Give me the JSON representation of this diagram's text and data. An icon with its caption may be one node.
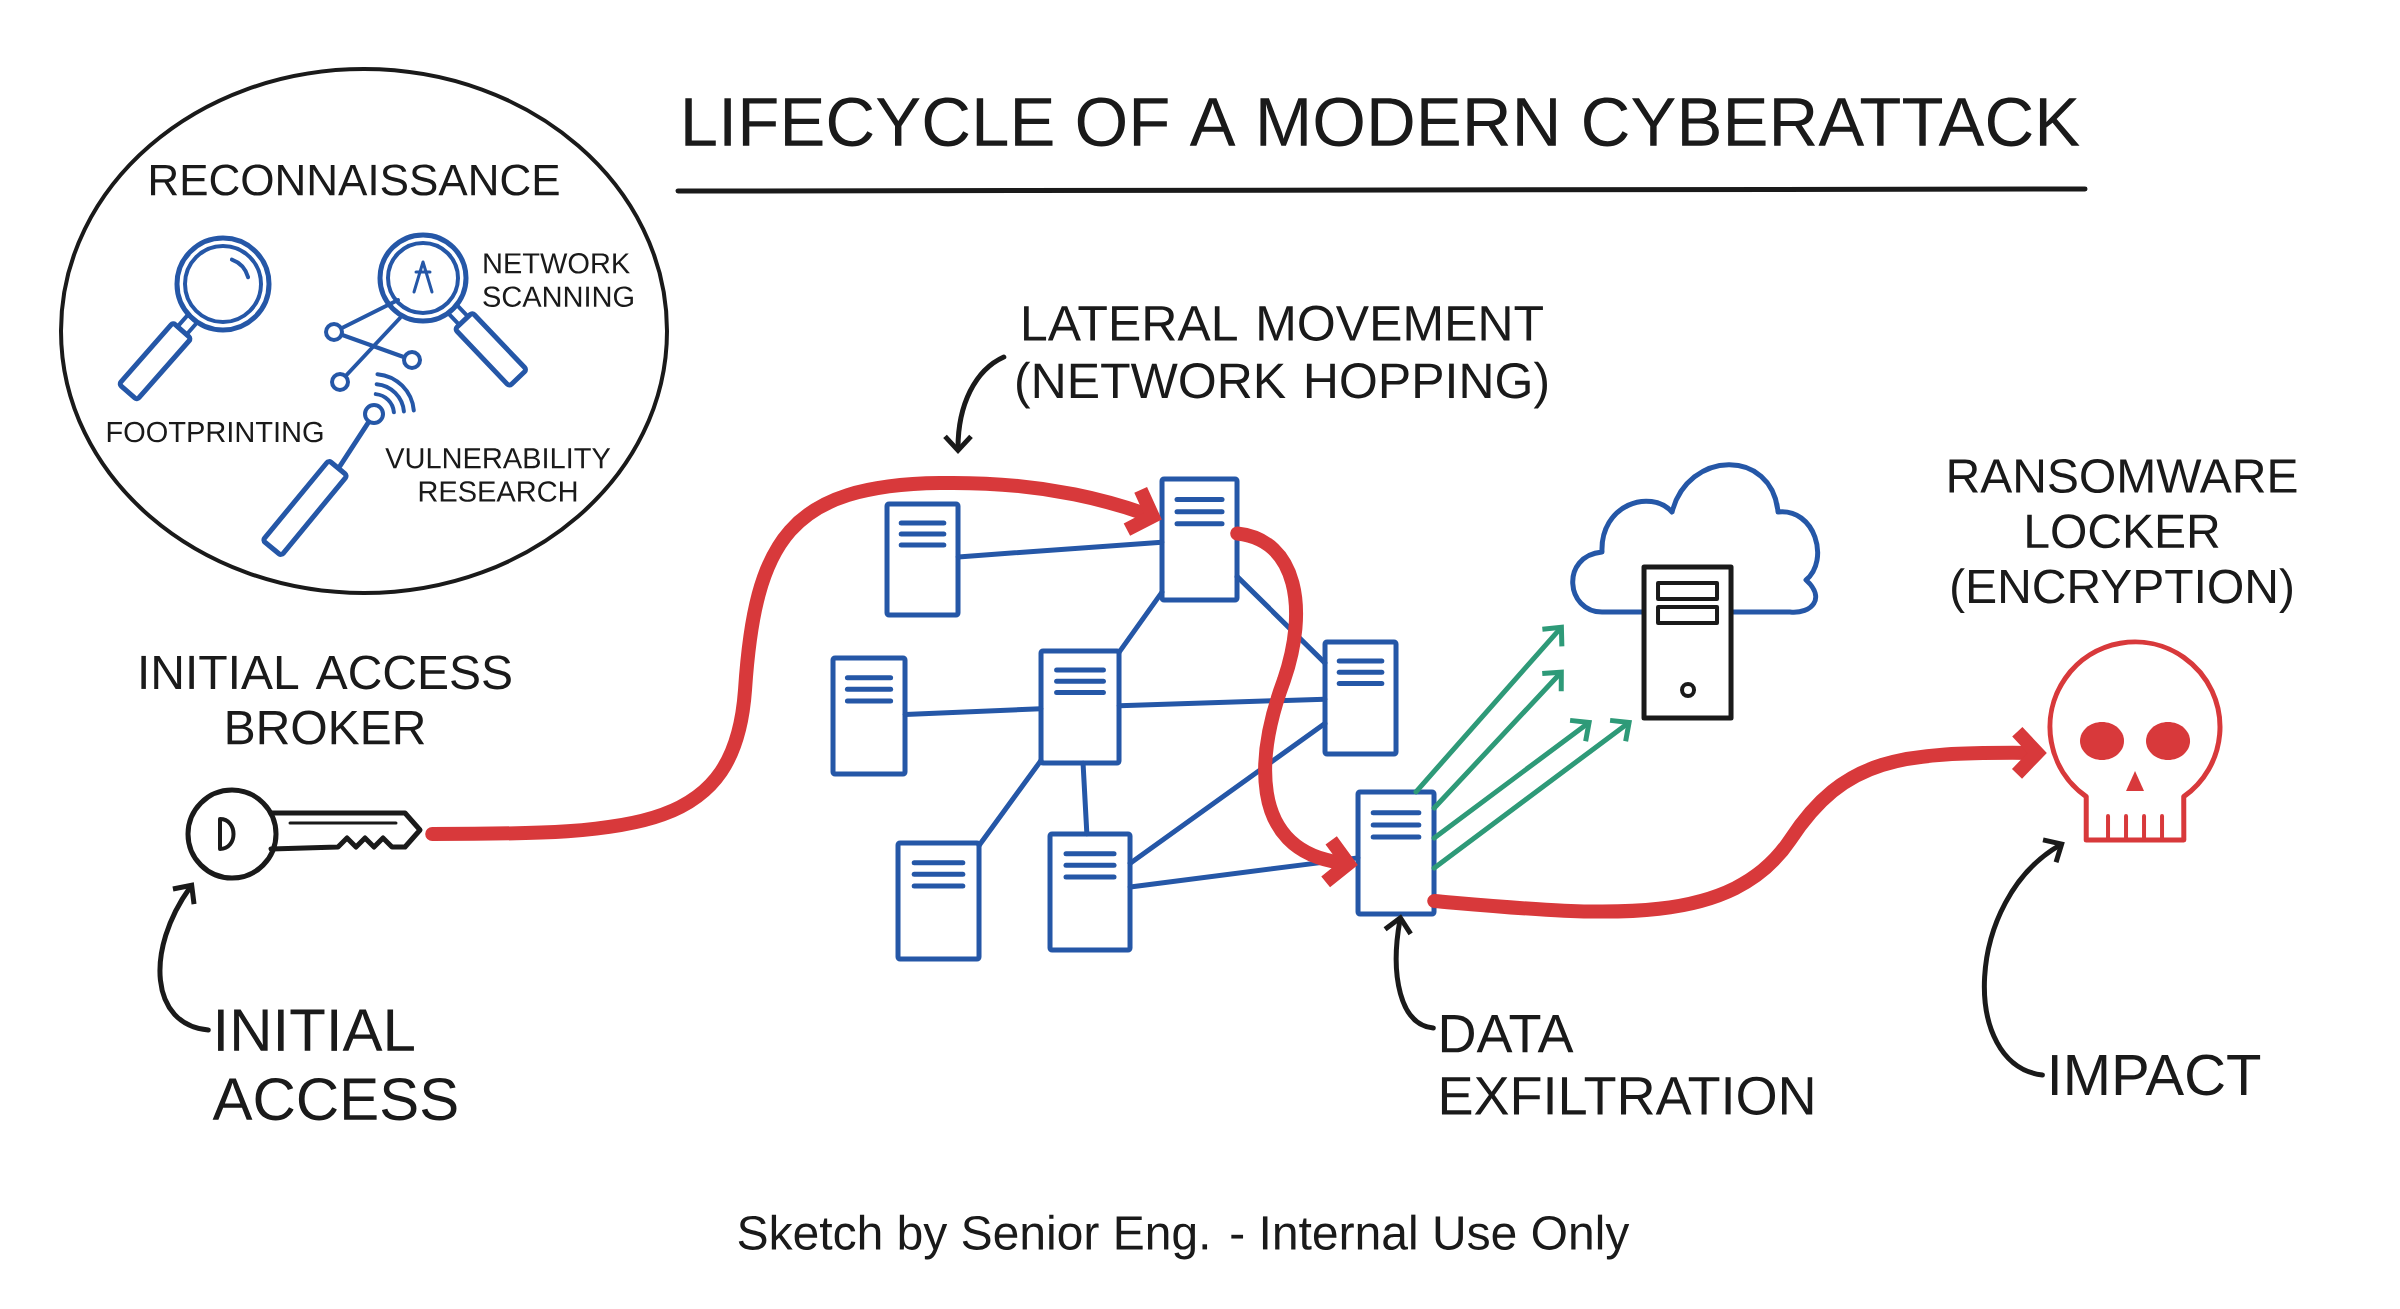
{
  "diagram": {
    "title": "LIFECYCLE OF A MODERN CYBERATTACK",
    "caption": "Sketch by Senior Eng. - Internal Use Only",
    "nodes": [
      {
        "text": [
          "RECONNAISSANCE",
          "FOOTPRINTING",
          "NETWORK SCANNING",
          "VULNERABILITY RESEARCH"
        ]
      },
      {
        "text": [
          "LATERAL MOVEMENT (NETWORK HOPPING)"
        ]
      },
      {
        "text": [],
        "shape": "picture",
        "beside": [
          "INITIAL ACCESS BROKER"
        ]
      },
      {
        "text": [],
        "shape": "picture"
      },
      {
        "text": [],
        "shape": "picture"
      },
      {
        "text": [],
        "shape": "picture"
      },
      {
        "text": [],
        "shape": "picture"
      },
      {
        "text": [],
        "shape": "picture"
      },
      {
        "text": [],
        "shape": "picture"
      },
      {
        "text": [],
        "shape": "picture"
      },
      {
        "text": [],
        "shape": "picture"
      },
      {
        "text": [],
        "shape": "cloud"
      },
      {
        "text": [],
        "shape": "picture",
        "beside": [
          "RANSOMWARE LOCKER (ENCRYPTION)"
        ]
      },
      {
        "text": [
          "INITIAL ACCESS"
        ]
      },
      {
        "text": [
          "DATA EXFILTRATION"
        ]
      },
      {
        "text": [
          "IMPACT"
        ]
      }
    ],
    "edges": [
      {
        "from": 2,
        "to": 4,
        "arrow": "to",
        "style": "thick",
        "color": "#d8393b"
      },
      {
        "from": 4,
        "to": 10,
        "arrow": "to",
        "style": "thick",
        "color": "#d8393b"
      },
      {
        "from": 10,
        "to": 12,
        "arrow": "to",
        "style": "thick",
        "color": "#d8393b"
      },
      {
        "from": 3,
        "to": 4,
        "arrow": "none"
      },
      {
        "from": 5,
        "to": 6,
        "arrow": "none"
      },
      {
        "from": 6,
        "to": 7,
        "arrow": "none"
      },
      {
        "from": 4,
        "to": 6,
        "arrow": "none"
      },
      {
        "from": 4,
        "to": 7,
        "arrow": "none"
      },
      {
        "from": 6,
        "to": 8,
        "arrow": "none"
      },
      {
        "from": 6,
        "to": 9,
        "arrow": "none"
      },
      {
        "from": 9,
        "to": 7,
        "arrow": "none"
      },
      {
        "from": 9,
        "to": 10,
        "arrow": "none"
      },
      {
        "from": 10,
        "to": 11,
        "arrow": "to",
        "color": "#2e9a78"
      },
      {
        "from": 10,
        "to": 11,
        "arrow": "to",
        "color": "#2e9a78"
      },
      {
        "from": 10,
        "to": 11,
        "arrow": "to",
        "color": "#2e9a78"
      },
      {
        "from": 10,
        "to": 11,
        "arrow": "to",
        "color": "#2e9a78"
      },
      {
        "from": 13,
        "to": 2,
        "arrow": "to",
        "color": "#1a1a1a"
      },
      {
        "from": 1,
        "to": null,
        "arrow": "to",
        "color": "#1a1a1a"
      },
      {
        "from": 14,
        "to": 10,
        "arrow": "to",
        "color": "#1a1a1a"
      },
      {
        "from": 15,
        "to": 12,
        "arrow": "to",
        "color": "#1a1a1a"
      }
    ]
  }
}
